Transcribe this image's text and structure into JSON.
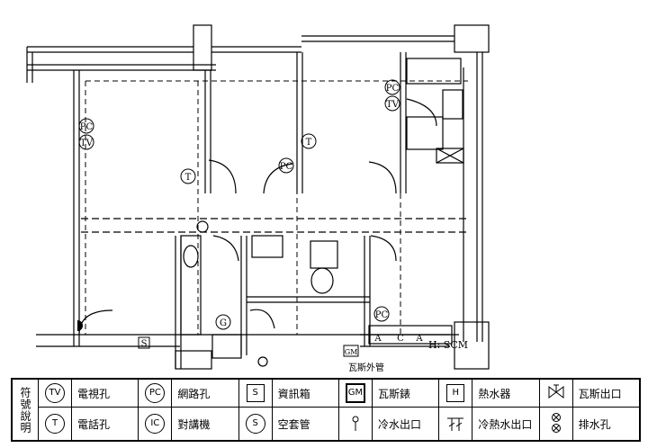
{
  "plan_labels": {
    "pc_tv_left": [
      "PC",
      "TV"
    ],
    "pc_tv_right": [
      "PC",
      "TV"
    ],
    "t": "T",
    "pc": "PC",
    "g": "G",
    "s": "S",
    "gm": "GM",
    "gas_pipe": "瓦斯外管",
    "heater_cm": "H: SCM",
    "ac_a": "A",
    "ac_c": "C"
  },
  "legend": {
    "header": "符號說明",
    "row1": [
      {
        "symbol": "TV",
        "shape": "circle",
        "label": "電視孔"
      },
      {
        "symbol": "PC",
        "shape": "circle",
        "label": "網路孔"
      },
      {
        "symbol": "S",
        "shape": "square",
        "label": "資訊箱"
      },
      {
        "symbol": "GM",
        "shape": "square-inner",
        "label": "瓦斯錶"
      },
      {
        "symbol": "H",
        "shape": "square",
        "label": "熱水器"
      },
      {
        "symbol": "valve-icon",
        "shape": "icon",
        "label": "瓦斯出口"
      }
    ],
    "row2": [
      {
        "symbol": "T",
        "shape": "circle",
        "label": "電話孔"
      },
      {
        "symbol": "IC",
        "shape": "circle",
        "label": "對講機"
      },
      {
        "symbol": "S",
        "shape": "circle",
        "label": "空套管"
      },
      {
        "symbol": "tap-icon",
        "shape": "icon",
        "label": "冷水出口"
      },
      {
        "symbol": "hot-cold-tap-icon",
        "shape": "icon",
        "label": "冷熱水出口"
      },
      {
        "symbol": "drain-icon",
        "shape": "icon",
        "label": "排水孔"
      }
    ]
  }
}
